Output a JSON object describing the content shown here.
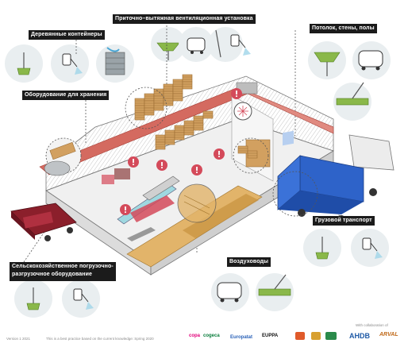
{
  "labels": {
    "ventilation": "Приточно–вытяжная вентиляционная установка",
    "wooden_containers": "Деревянные контейнеры",
    "ceilings_walls_floors": "Потолок, стены, полы",
    "storage_equipment": "Оборудование для хранения",
    "truck_transport": "Грузовой транспорт",
    "air_ducts": "Воздуховоды",
    "agri_loading_equipment": "Сельскохозяйственное погрузочно-разгрузочное оборудование"
  },
  "footer": {
    "version": "Version 1 2021",
    "note": "This is a best practice based on the current knowledge: Spring 2020",
    "collab": "With collaboration of"
  },
  "logos": {
    "copa": "copa",
    "cogeca": "cogeca",
    "europatat": "Europatat",
    "eupa": "EUPPA",
    "ahdb": "AHDB",
    "arval": "ARVAL"
  },
  "colors": {
    "warning": "#d44a5a",
    "icon_green": "#8ab84a",
    "circle_bg": "#e9eef0",
    "truck_blue": "#2e63c9",
    "roof_red": "#d46a60",
    "crate": "#d2a060",
    "label_bg": "#1b1b1b"
  }
}
